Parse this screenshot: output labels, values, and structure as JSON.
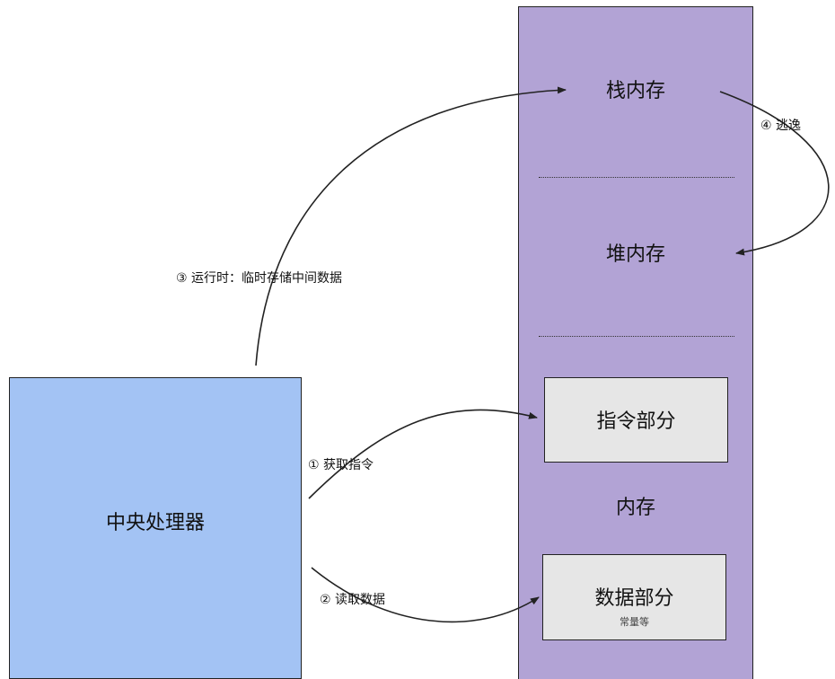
{
  "cpu": {
    "label": "中央处理器"
  },
  "memory": {
    "label": "内存",
    "stack_label": "栈内存",
    "heap_label": "堆内存",
    "instruction_segment": {
      "title": "指令部分"
    },
    "data_segment": {
      "title": "数据部分",
      "subtitle": "常量等"
    }
  },
  "flows": {
    "fetch_instruction": "① 获取指令",
    "read_data": "② 读取数据",
    "runtime_store": "③ 运行时：临时存储中间数据",
    "escape": "④ 逃逸"
  },
  "colors": {
    "cpu_fill": "#a3c3f4",
    "memory_fill": "#b2a3d5",
    "segment_fill": "#e6e6e6",
    "stroke": "#222222"
  }
}
